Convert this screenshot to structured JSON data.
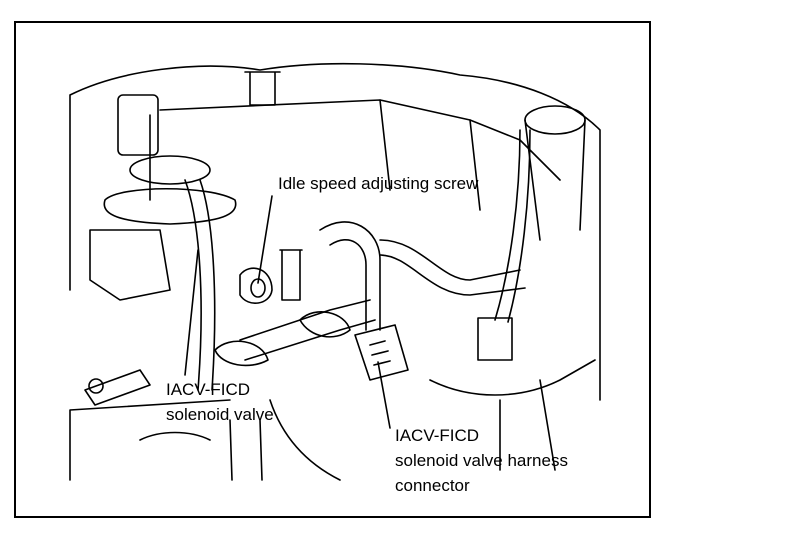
{
  "labels": {
    "idle_speed_screw": "Idle speed adjusting screw",
    "iacv_valve_line1": "IACV-FICD",
    "iacv_valve_line2": "solenoid valve",
    "harness_line1": "IACV-FICD",
    "harness_line2": "solenoid valve harness",
    "harness_line3": "connector"
  }
}
